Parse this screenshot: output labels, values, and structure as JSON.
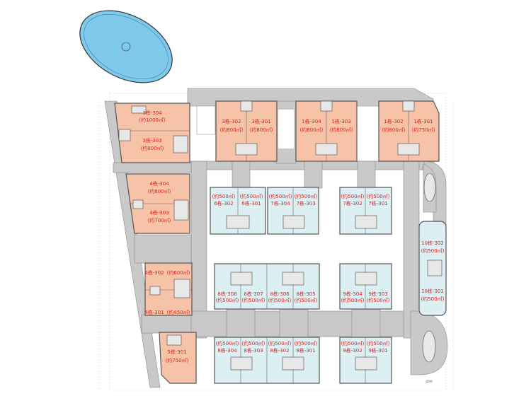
{
  "plan": {
    "north_label": "JZ09",
    "colors": {
      "retail": "#f6c3a8",
      "office": "#dcf0f3",
      "road": "#c9c9c9",
      "pool": "#7fc9ec",
      "label": "#e21d1d"
    },
    "units": [
      {
        "id": "3栋-304",
        "area": "(约1000㎡)"
      },
      {
        "id": "3栋-303",
        "area": "(约800㎡)"
      },
      {
        "id": "3栋-302",
        "area": "(约800㎡)"
      },
      {
        "id": "3栋-301",
        "area": "(约800㎡)"
      },
      {
        "id": "1栋-304",
        "area": "(约800㎡)"
      },
      {
        "id": "1栋-303",
        "area": "(约800㎡)"
      },
      {
        "id": "1栋-302",
        "area": "(约800㎡)"
      },
      {
        "id": "1栋-301",
        "area": "(约750㎡)"
      },
      {
        "id": "4栋-304",
        "area": "(约800㎡)"
      },
      {
        "id": "4栋-303",
        "area": "(约700㎡)"
      },
      {
        "id": "4栋-302",
        "area": "(约600㎡)"
      },
      {
        "id": "4栋-301",
        "area": "(约450㎡)"
      },
      {
        "id": "5栋-301",
        "area": "(约750㎡)"
      },
      {
        "id": "6栋-302",
        "area": "(约500㎡)"
      },
      {
        "id": "6栋-301",
        "area": "(约500㎡)"
      },
      {
        "id": "7栋-304",
        "area": "(约500㎡)"
      },
      {
        "id": "7栋-303",
        "area": "(约500㎡)"
      },
      {
        "id": "7栋-302",
        "area": "(约500㎡)"
      },
      {
        "id": "7栋-301",
        "area": "(约500㎡)"
      },
      {
        "id": "8栋-308",
        "area": "(约500㎡)"
      },
      {
        "id": "8栋-307",
        "area": "(约500㎡)"
      },
      {
        "id": "8栋-306",
        "area": "(约500㎡)"
      },
      {
        "id": "8栋-305",
        "area": "(约500㎡)"
      },
      {
        "id": "9栋-304",
        "area": "(约500㎡)"
      },
      {
        "id": "9栋-303",
        "area": "(约500㎡)"
      },
      {
        "id": "8栋-304",
        "area": "(约500㎡)"
      },
      {
        "id": "8栋-303",
        "area": "(约500㎡)"
      },
      {
        "id": "8栋-302",
        "area": "(约500㎡)"
      },
      {
        "id": "8栋-301",
        "area": "(约500㎡)"
      },
      {
        "id": "9栋-302",
        "area": "(约500㎡)"
      },
      {
        "id": "9栋-301",
        "area": "(约500㎡)"
      },
      {
        "id": "10栋-302",
        "area": "(约500㎡)"
      },
      {
        "id": "10栋-301",
        "area": "(约500㎡)"
      }
    ]
  }
}
